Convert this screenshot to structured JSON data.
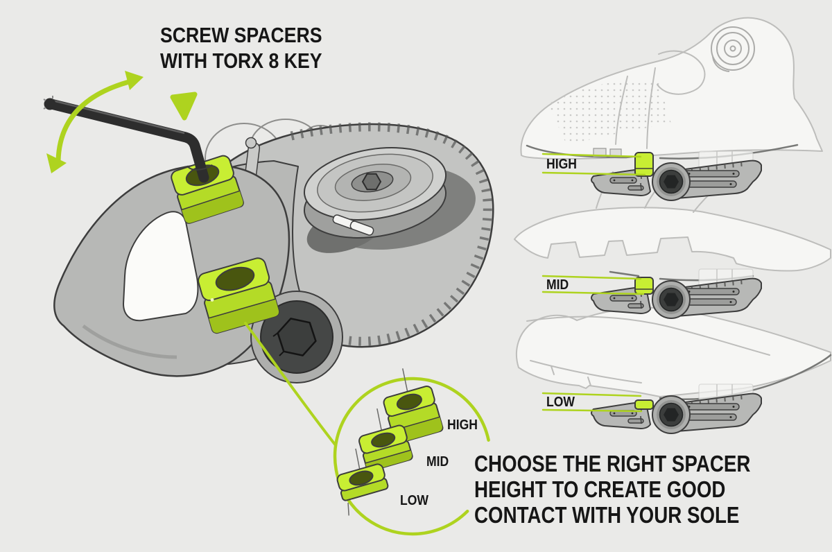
{
  "colors": {
    "bg": "#eaeae8",
    "ink": "#161616",
    "accent": "#aed31f",
    "lime_top": "#c8ee33",
    "lime_front": "#b4db27",
    "lime_dark": "#9fc21c",
    "hole": "#49560f",
    "outline": "#3d3d3d",
    "shoe_line": "#bdbdbb",
    "shoe_fill": "#f6f6f4",
    "tool": "#2d2d2d"
  },
  "headings": {
    "top": {
      "line1": "SCREW SPACERS",
      "line2": "WITH TORX 8 KEY"
    },
    "bottom": {
      "line1": "CHOOSE THE RIGHT SPACER",
      "line2": "HEIGHT TO CREATE GOOD",
      "line3": "CONTACT WITH YOUR SOLE"
    }
  },
  "spacer_heights": {
    "high": "HIGH",
    "mid": "MID",
    "low": "LOW"
  },
  "inset_labels": {
    "high": "HIGH",
    "mid": "MID",
    "low": "LOW"
  }
}
